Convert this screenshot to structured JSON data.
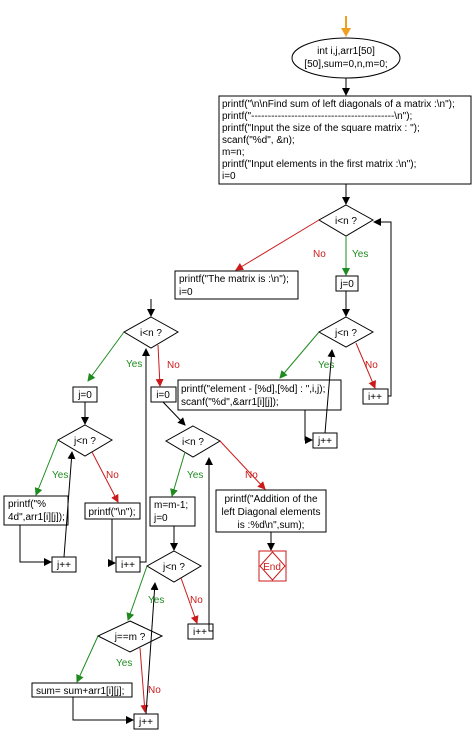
{
  "flowchart": {
    "start": {
      "line1": "int i,j,arr1[50]",
      "line2": "[50],sum=0,n,m=0;"
    },
    "init_block": [
      "printf(\"\\n\\nFind sum of left diagonals of a matrix :\\n\");",
      "printf(\"-------------------------------------------\\n\");",
      "printf(\"Input the size of the square matrix : \");",
      "scanf(\"%d\", &n);",
      "m=n;",
      "printf(\"Input elements in the first matrix :\\n\");",
      "i=0"
    ],
    "cond_i_lt_n": "i<n ?",
    "cond_j_lt_n": "j<n ?",
    "cond_j_eq_m": "j==m ?",
    "assign_j0": "j=0",
    "assign_i0": "i=0",
    "input_block": [
      "printf(\"element - [%d],[%d] : \",i,j);",
      "scanf(\"%d\",&arr1[i][j]);"
    ],
    "matrix_block": [
      "printf(\"The matrix is :\\n\");",
      "i=0"
    ],
    "print_elem": [
      "printf(\"%",
      "4d\",arr1[i][j]);"
    ],
    "print_nl": "printf(\"\\n\");",
    "m_block": [
      "m=m-1;",
      "j=0"
    ],
    "sum_stmt": "sum= sum+arr1[i][j];",
    "result_block": [
      "printf(\"Addition of the",
      "left Diagonal elements",
      "is :%d\\n\",sum);"
    ],
    "j_inc": "j++",
    "i_inc": "i++",
    "end": "End",
    "yes": "Yes",
    "no": "No"
  },
  "colors": {
    "yes": "#1f8a1f",
    "no": "#cc1a1a",
    "start_arrow": "#f0a020"
  }
}
